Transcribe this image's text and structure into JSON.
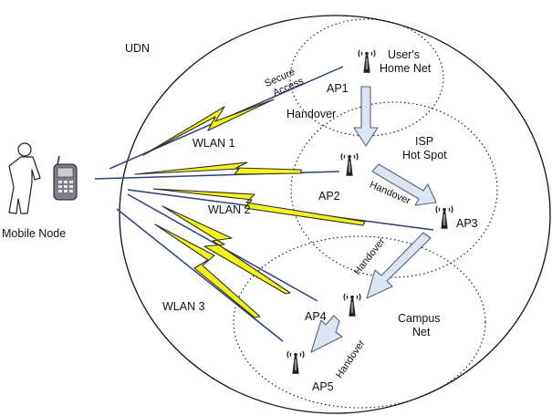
{
  "labels": {
    "udn": "UDN",
    "mobile_node": "Mobile Node",
    "users_home_net_line1": "User's",
    "users_home_net_line2": "Home Net",
    "isp_hot_spot_line1": "ISP",
    "isp_hot_spot_line2": "Hot Spot",
    "campus_net_line1": "Campus",
    "campus_net_line2": "Net",
    "secure_line1": "Secure",
    "secure_line2": "Access",
    "wlan1": "WLAN 1",
    "wlan2": "WLAN 2",
    "wlan3": "WLAN 3",
    "handover_1": "Handover",
    "handover_2": "Handover",
    "handover_3": "Handover",
    "handover_4": "Handover"
  },
  "access_points": [
    {
      "label": "AP1"
    },
    {
      "label": "AP2"
    },
    {
      "label": "AP3"
    },
    {
      "label": "AP4"
    },
    {
      "label": "AP5"
    }
  ],
  "colors": {
    "lightning_fill": "#f4f41c",
    "lightning_stroke": "#2a2a2a",
    "link_line": "#2b3f7a",
    "arrow_fill": "#dbe5f3",
    "arrow_stroke": "#5a6275"
  }
}
